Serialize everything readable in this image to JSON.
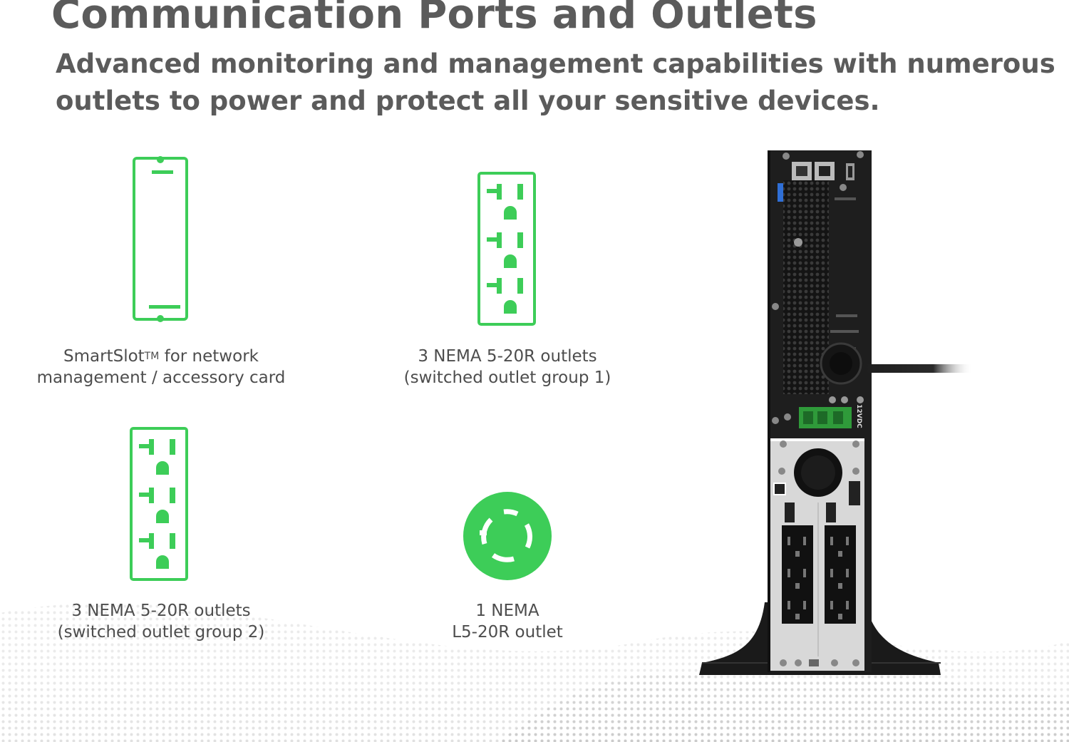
{
  "header": {
    "title": "Communication Ports and Outlets",
    "subtitle_line1": "Advanced monitoring and management capabilities with numerous",
    "subtitle_line2": "outlets to power and protect all your sensitive devices."
  },
  "features": [
    {
      "icon": "smartslot-card-icon",
      "line1_a": "SmartSlot",
      "line1_tm": "TM",
      "line1_b": " for network",
      "line2": "management / accessory card"
    },
    {
      "icon": "nema-5-20r-outlet-icon",
      "line1": "3 NEMA 5-20R outlets",
      "line2": "(switched outlet group 1)"
    },
    {
      "icon": "nema-5-20r-outlet-icon",
      "line1": "3 NEMA 5-20R outlets",
      "line2": "(switched outlet group 2)"
    },
    {
      "icon": "nema-l5-20r-twistlock-icon",
      "line1": "1 NEMA",
      "line2": "L5-20R outlet"
    }
  ],
  "device": {
    "label_12vdc": "12VDC"
  },
  "colors": {
    "accent_green": "#3dcd58",
    "title_gray": "#5b5b5b",
    "caption_gray": "#4d4d4d",
    "device_black": "#1e1e1e"
  }
}
